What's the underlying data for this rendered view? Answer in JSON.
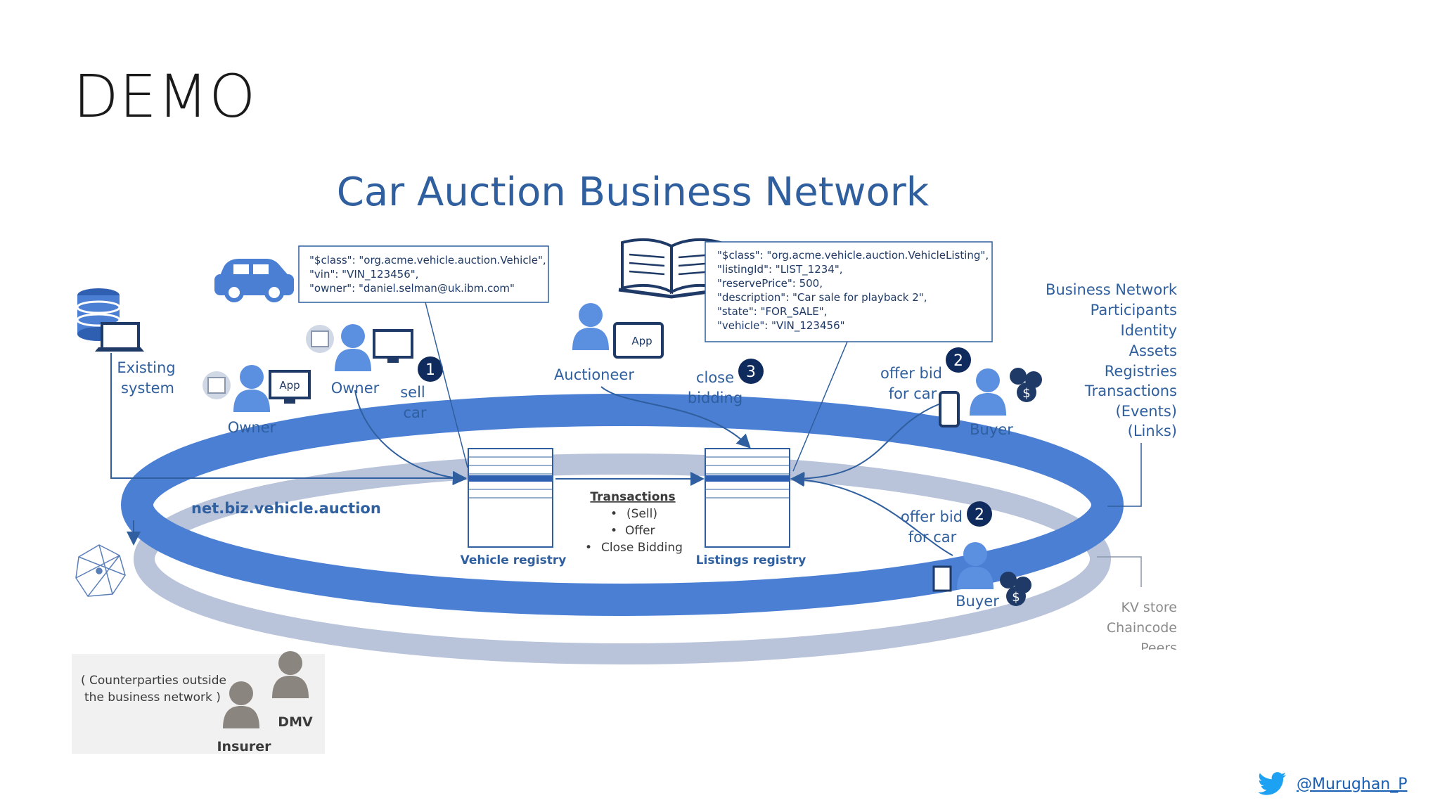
{
  "slide": {
    "title": "DEMO"
  },
  "diagram": {
    "title": "Car Auction Business Network",
    "network_name": "net.biz.vehicle.auction",
    "vehicle_json": [
      "\"$class\": \"org.acme.vehicle.auction.Vehicle\",",
      "\"vin\": \"VIN_123456\",",
      "\"owner\": \"daniel.selman@uk.ibm.com\""
    ],
    "listing_json": [
      "\"$class\": \"org.acme.vehicle.auction.VehicleListing\",",
      "\"listingId\": \"LIST_1234\",",
      "\"reservePrice\": 500,",
      "\"description\": \"Car sale for playback 2\",",
      "\"state\": \"FOR_SALE\",",
      "\"vehicle\": \"VIN_123456\""
    ],
    "existing_system": [
      "Existing",
      "system"
    ],
    "owner_label": "Owner",
    "owner2_label": "Owner",
    "app_label": "App",
    "auctioneer_label": "Auctioneer",
    "buyer_label": "Buyer",
    "buyer2_label": "Buyer",
    "step1": {
      "number": "1",
      "text": [
        "sell",
        "car"
      ]
    },
    "step2": {
      "number": "2",
      "text": [
        "offer bid",
        "for car"
      ]
    },
    "step2b": {
      "number": "2",
      "text": [
        "offer bid",
        "for car"
      ]
    },
    "step3": {
      "number": "3",
      "text": [
        "close",
        "bidding"
      ]
    },
    "vehicle_registry": "Vehicle registry",
    "listings_registry": "Listings registry",
    "transactions": {
      "heading": "Transactions",
      "items": [
        "(Sell)",
        "Offer",
        "Close Bidding"
      ]
    },
    "concepts": [
      "Business Network",
      "Participants",
      "Identity",
      "Assets",
      "Registries",
      "Transactions",
      "(Events)",
      "(Links)"
    ],
    "infra": [
      "KV store",
      "Chaincode",
      "Peers"
    ],
    "counterparties": [
      "( Counterparties outside",
      "the business network )"
    ],
    "insurer_label": "Insurer",
    "dmv_label": "DMV"
  },
  "footer": {
    "twitter_handle": "@Murughan_P"
  },
  "colors": {
    "ring": "#4a7fd4",
    "ring_shadow": "#b9c4da",
    "text_blue": "#2f5f9e",
    "badge": "#0f2a5c",
    "icon_blue": "#5b8fe0",
    "twitter": "#1da1f2"
  }
}
